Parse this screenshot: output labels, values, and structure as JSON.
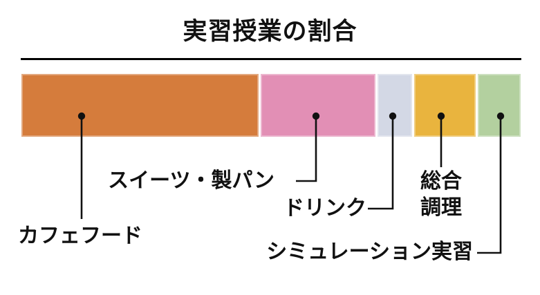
{
  "page": {
    "background": "#ffffff"
  },
  "chart_data": {
    "type": "bar",
    "variant": "horizontal-stacked-100pct",
    "title": "実習授業の割合",
    "categories": [
      "カフェフード",
      "スイーツ・製パン",
      "ドリンク",
      "総合調理",
      "シミュレーション実習"
    ],
    "values_percent": [
      47.5,
      23.0,
      6.9,
      12.3,
      8.6
    ],
    "colors": [
      "#d57c3c",
      "#e28fb5",
      "#d3d8e5",
      "#e9b43e",
      "#b3d09f"
    ],
    "value_labels_shown": false,
    "axes": "none",
    "grid": "off",
    "legend_position": "callout-labels-with-leader-lines",
    "title_underline_color": "#000000",
    "callout_color": "#111111"
  }
}
